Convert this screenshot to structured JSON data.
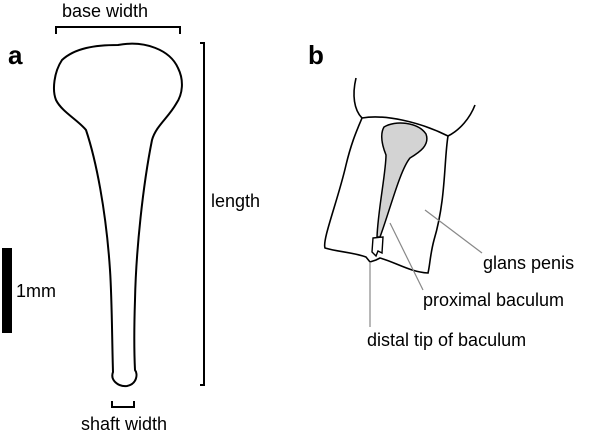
{
  "panel_a": {
    "panel_label": "a",
    "base_width_label": "base width",
    "length_label": "length",
    "scale_label": "1mm",
    "shaft_width_label": "shaft width"
  },
  "panel_b": {
    "panel_label": "b",
    "glans_label": "glans penis",
    "proximal_label": "proximal baculum",
    "distal_label": "distal tip of baculum"
  },
  "colors": {
    "baculum_fill": "#d3d3d3",
    "leader_line": "#888888"
  }
}
